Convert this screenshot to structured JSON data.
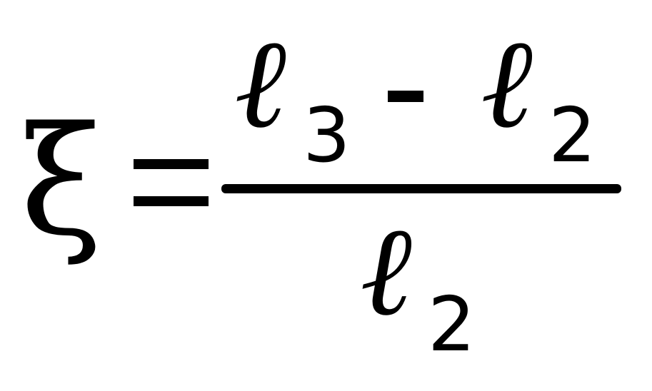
{
  "formula": {
    "lhs": "ξ",
    "equals": "=",
    "numerator": {
      "term1": {
        "symbol": "ℓ",
        "subscript": "3"
      },
      "operator": "-",
      "term2": {
        "symbol": "ℓ",
        "subscript": "2"
      }
    },
    "denominator": {
      "symbol": "ℓ",
      "subscript": "2"
    }
  }
}
